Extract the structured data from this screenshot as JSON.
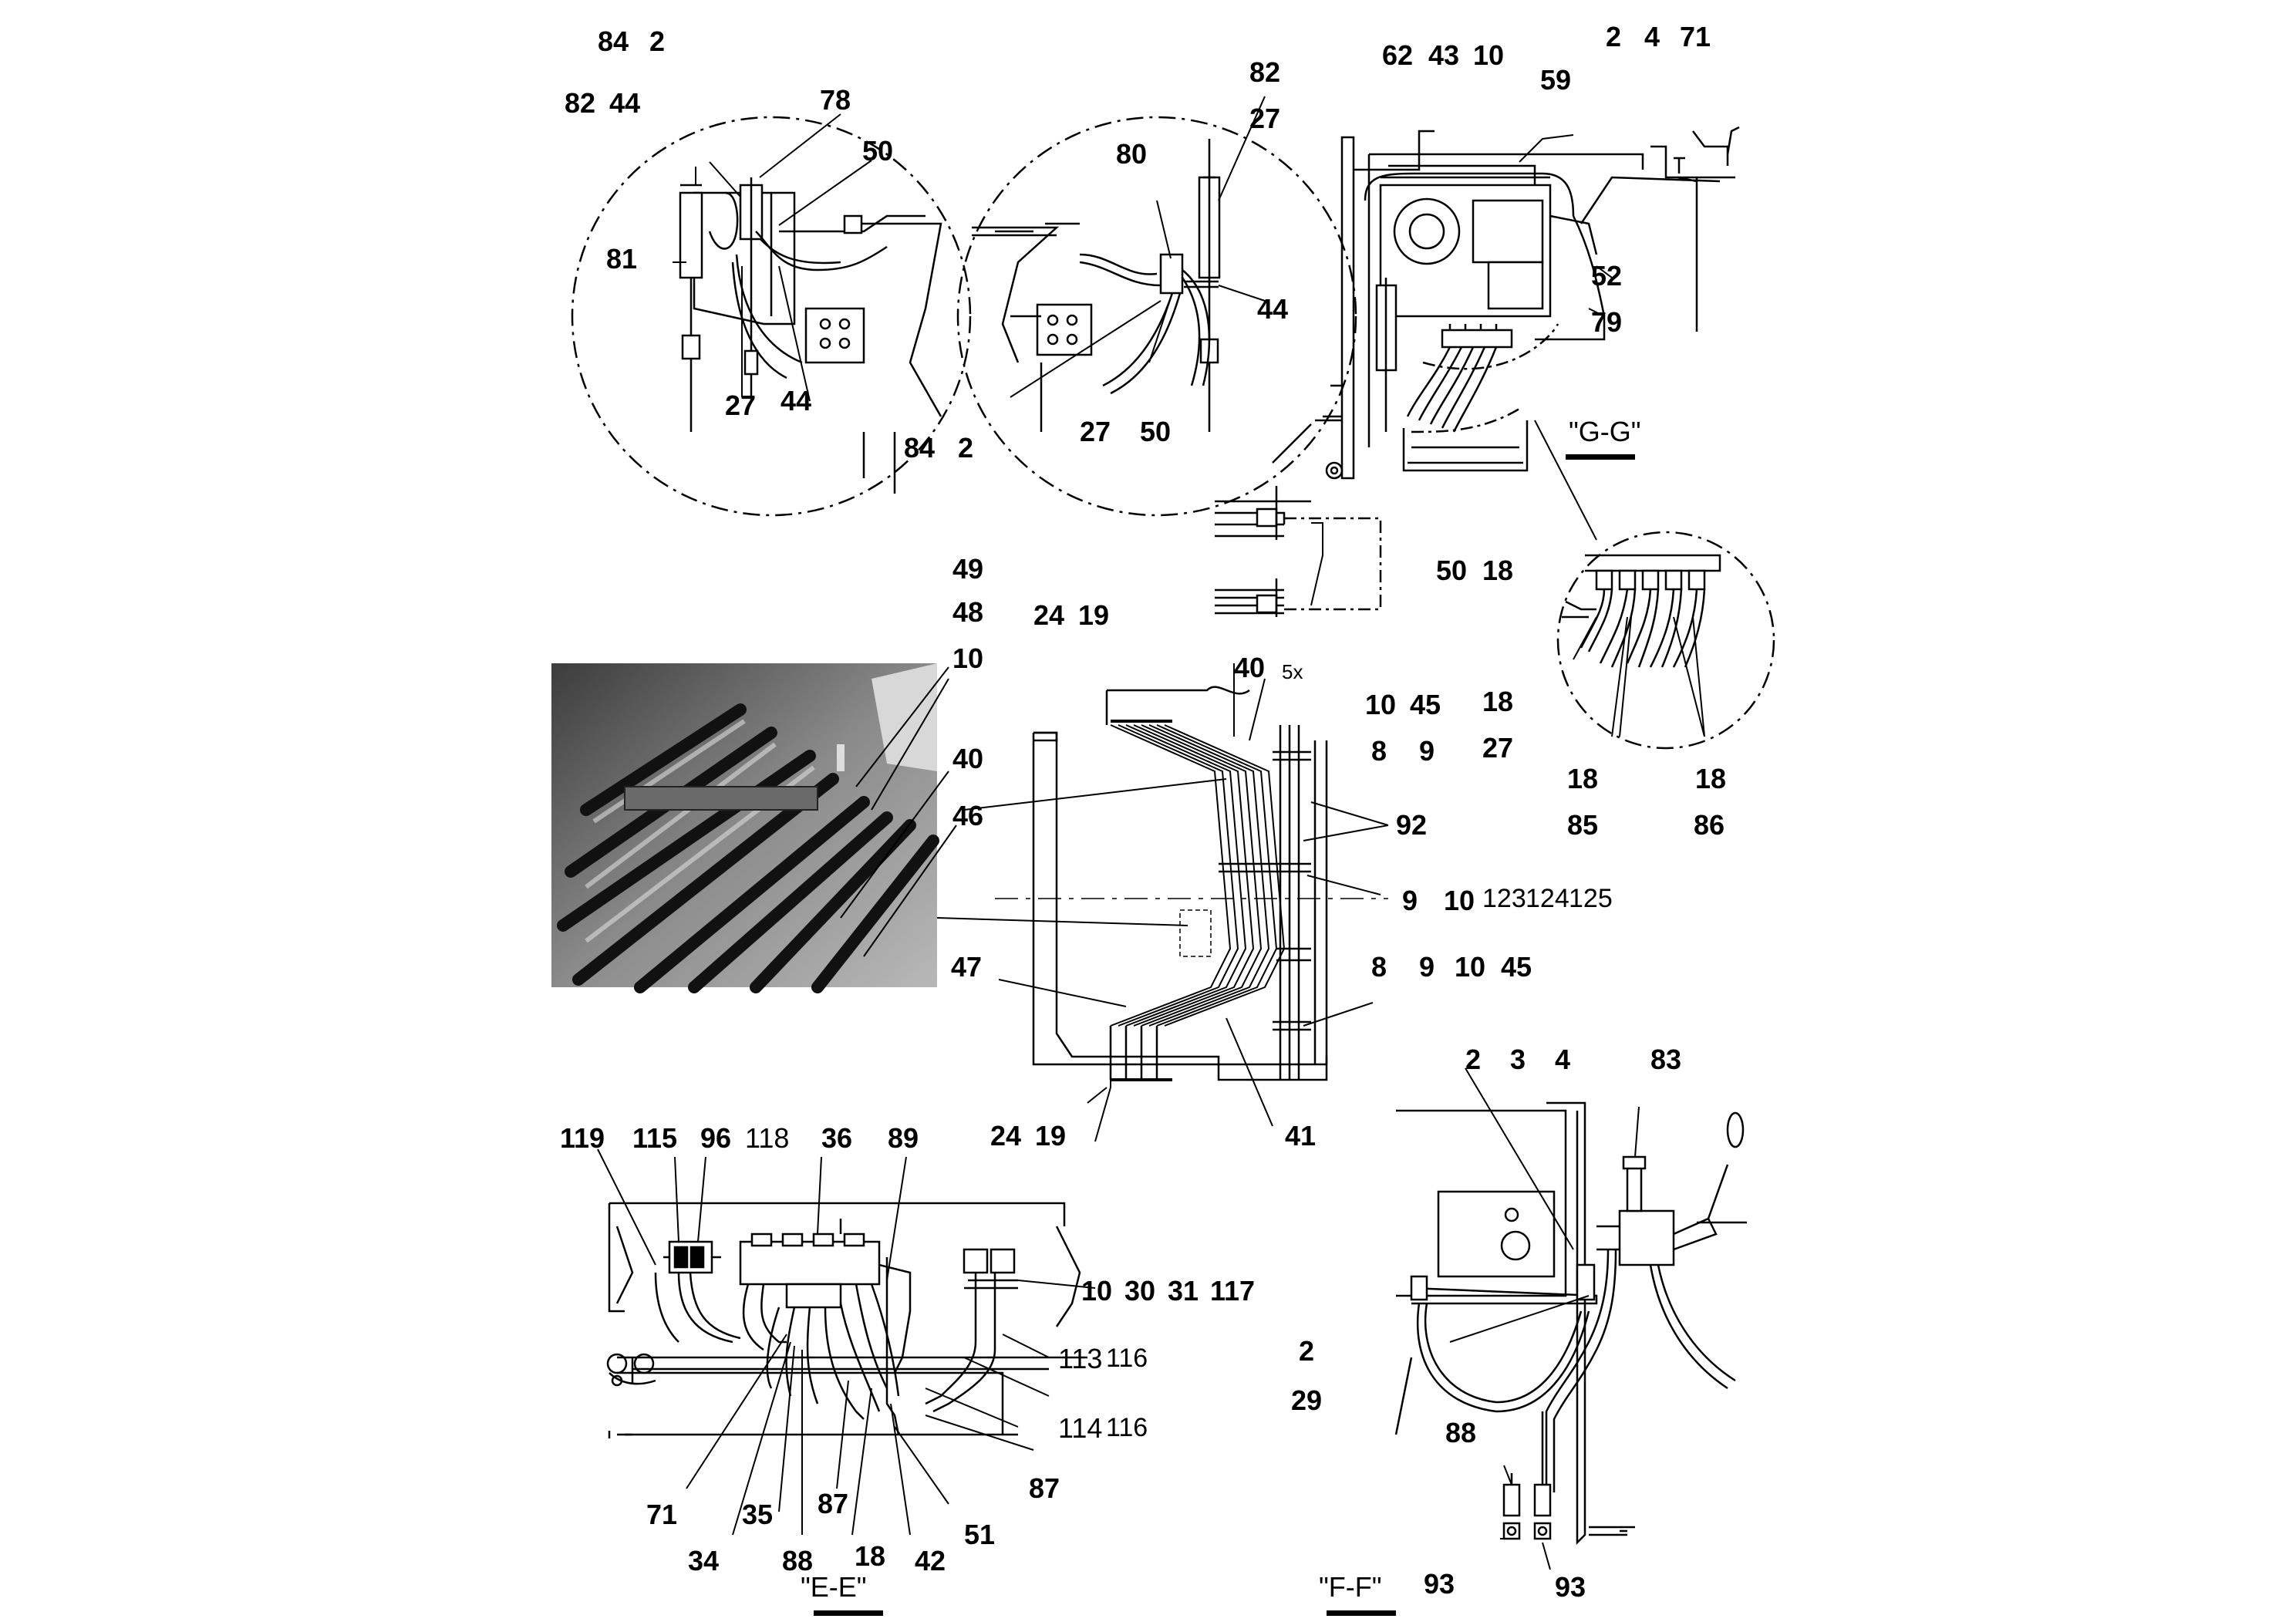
{
  "views": {
    "g": "\"G-G\"",
    "e": "\"E-E\"",
    "f": "\"F-F\""
  },
  "labels": {
    "d1": [
      "84",
      "2",
      "82",
      "44",
      "78",
      "50",
      "81",
      "27",
      "44"
    ],
    "d2": [
      "82",
      "27",
      "80",
      "44",
      "27",
      "50",
      "84",
      "2"
    ],
    "g": [
      "62",
      "43",
      "10",
      "2",
      "4",
      "71",
      "59",
      "52",
      "79"
    ],
    "c": [
      "50",
      "18",
      "18",
      "27",
      "18",
      "18",
      "85",
      "86"
    ],
    "m": [
      "49",
      "48",
      "10",
      "40",
      "46",
      "24",
      "19",
      "40",
      "5x",
      "10",
      "45",
      "8",
      "9",
      "92",
      "9",
      "10",
      "123",
      "124",
      "125",
      "8",
      "9",
      "10",
      "45",
      "47",
      "41",
      "24",
      "19"
    ],
    "e": [
      "119",
      "115",
      "96",
      "118",
      "36",
      "89",
      "10",
      "30",
      "31",
      "117",
      "113",
      "116",
      "114",
      "116",
      "71",
      "34",
      "35",
      "88",
      "87",
      "18",
      "42",
      "51",
      "87"
    ],
    "f": [
      "2",
      "3",
      "4",
      "83",
      "2",
      "29",
      "88",
      "93",
      "93"
    ]
  }
}
